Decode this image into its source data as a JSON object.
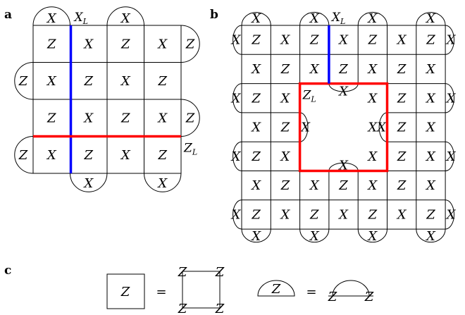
{
  "panels": {
    "a": {
      "label": "a",
      "grid": [
        [
          "Z",
          "X",
          "Z",
          "X"
        ],
        [
          "X",
          "Z",
          "X",
          "Z"
        ],
        [
          "Z",
          "X",
          "Z",
          "X"
        ],
        [
          "X",
          "Z",
          "X",
          "Z"
        ]
      ],
      "top_caps": [
        "X",
        "X"
      ],
      "bottom_caps": [
        "X",
        "X"
      ],
      "left_caps": [
        "Z",
        "Z"
      ],
      "right_caps": [
        "Z",
        "Z"
      ],
      "logical_x": {
        "base": "X",
        "sub": "L",
        "color": "#0000ff"
      },
      "logical_z": {
        "base": "Z",
        "sub": "L",
        "color": "#ff0000"
      }
    },
    "b": {
      "label": "b",
      "grid": [
        [
          "Z",
          "X",
          "Z",
          "X",
          "Z",
          "X",
          "Z"
        ],
        [
          "X",
          "Z",
          "X",
          "Z",
          "X",
          "Z",
          "X"
        ],
        [
          "Z",
          "X",
          "",
          "",
          "X",
          "Z",
          "X"
        ],
        [
          "X",
          "Z",
          "",
          "",
          "X",
          "Z",
          "X"
        ],
        [
          "Z",
          "X",
          "",
          "",
          "X",
          "Z",
          "X"
        ],
        [
          "X",
          "Z",
          "X",
          "Z",
          "X",
          "Z",
          "X"
        ],
        [
          "Z",
          "X",
          "Z",
          "X",
          "Z",
          "X",
          "Z"
        ]
      ],
      "corner_labels": {
        "r2c2": {
          "base": "Z",
          "sub": "L"
        }
      },
      "top_caps": [
        "X",
        "X",
        "X",
        "X"
      ],
      "bottom_caps": [
        "X",
        "X",
        "X",
        "X"
      ],
      "left_caps": [
        "X",
        "X",
        "X",
        "X"
      ],
      "right_caps": [
        "X",
        "X",
        "X",
        "X"
      ],
      "hole_caps": {
        "top": "X",
        "bottom": "X",
        "left": "X",
        "right": "X"
      },
      "logical_x": {
        "base": "X",
        "sub": "L",
        "color": "#0000ff"
      },
      "logical_z_color": "#ff0000"
    },
    "c": {
      "label": "c",
      "square_op": "Z",
      "equals": "=",
      "square_corner_ops": [
        "Z",
        "Z",
        "Z",
        "Z"
      ],
      "half_op": "Z",
      "half_corner_ops": [
        "Z",
        "Z"
      ]
    }
  }
}
